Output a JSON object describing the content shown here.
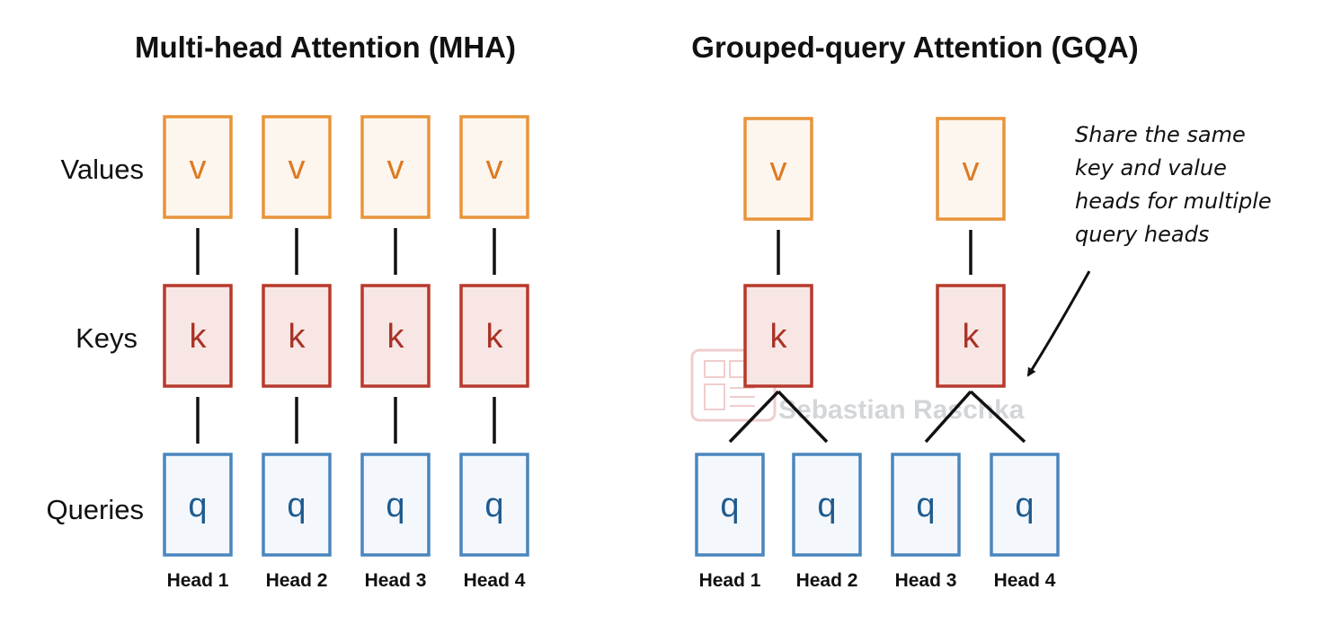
{
  "colors": {
    "value_stroke": "#E8943A",
    "value_fill": "#FDF6EE",
    "value_text": "#DD7A22",
    "key_stroke": "#B8392C",
    "key_fill": "#F7E6E4",
    "key_text": "#A93226",
    "query_stroke": "#4A86BD",
    "query_fill": "#F4F8FC",
    "query_text": "#1F5A8E",
    "line": "#111111",
    "text": "#111111",
    "watermark": "#C9CCD0",
    "stamp": "#E4A6A6"
  },
  "mha": {
    "title": "Multi-head Attention (MHA)",
    "row_labels": {
      "values": "Values",
      "keys": "Keys",
      "queries": "Queries"
    },
    "heads": [
      {
        "value": "v",
        "key": "k",
        "query": "q",
        "label": "Head 1"
      },
      {
        "value": "v",
        "key": "k",
        "query": "q",
        "label": "Head 2"
      },
      {
        "value": "v",
        "key": "k",
        "query": "q",
        "label": "Head 3"
      },
      {
        "value": "v",
        "key": "k",
        "query": "q",
        "label": "Head 4"
      }
    ]
  },
  "gqa": {
    "title": "Grouped-query Attention (GQA)",
    "groups": [
      {
        "value": "v",
        "key": "k",
        "heads": [
          {
            "query": "q",
            "label": "Head 1"
          },
          {
            "query": "q",
            "label": "Head 2"
          }
        ]
      },
      {
        "value": "v",
        "key": "k",
        "heads": [
          {
            "query": "q",
            "label": "Head 3"
          },
          {
            "query": "q",
            "label": "Head 4"
          }
        ]
      }
    ],
    "annotation": [
      "Share the same",
      "key and value",
      "heads for multiple",
      "query heads"
    ]
  },
  "watermark": {
    "text": "Sebastian Raschka"
  }
}
